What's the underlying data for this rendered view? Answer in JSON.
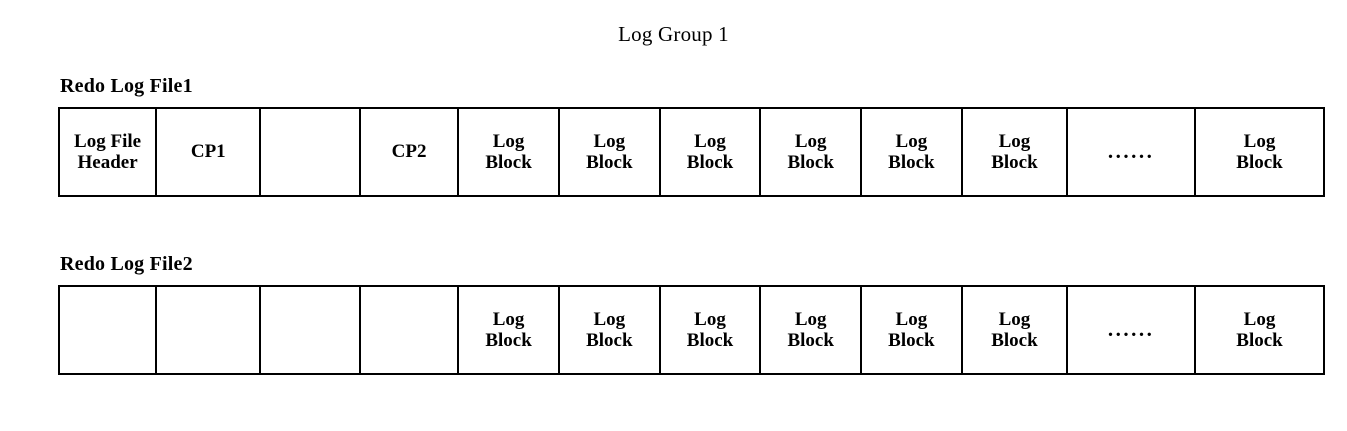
{
  "diagram": {
    "title": "Log Group 1",
    "rows": [
      {
        "label": "Redo Log File1",
        "cells": [
          {
            "type": "text",
            "lines": [
              "Log File",
              "Header"
            ],
            "width": 82
          },
          {
            "type": "text",
            "lines": [
              "CP1"
            ],
            "width": 88
          },
          {
            "type": "empty",
            "lines": [],
            "width": 84
          },
          {
            "type": "text",
            "lines": [
              "CP2"
            ],
            "width": 83
          },
          {
            "type": "text",
            "lines": [
              "Log",
              "Block"
            ],
            "width": 85
          },
          {
            "type": "text",
            "lines": [
              "Log",
              "Block"
            ],
            "width": 85
          },
          {
            "type": "text",
            "lines": [
              "Log",
              "Block"
            ],
            "width": 85
          },
          {
            "type": "text",
            "lines": [
              "Log",
              "Block"
            ],
            "width": 85
          },
          {
            "type": "text",
            "lines": [
              "Log",
              "Block"
            ],
            "width": 85
          },
          {
            "type": "text",
            "lines": [
              "Log",
              "Block"
            ],
            "width": 89
          },
          {
            "type": "ellipsis",
            "lines": [
              "......"
            ],
            "width": 108
          },
          {
            "type": "text",
            "lines": [
              "Log",
              "Block"
            ],
            "width": 107
          }
        ]
      },
      {
        "label": "Redo Log File2",
        "cells": [
          {
            "type": "empty",
            "lines": [],
            "width": 82
          },
          {
            "type": "empty",
            "lines": [],
            "width": 88
          },
          {
            "type": "empty",
            "lines": [],
            "width": 84
          },
          {
            "type": "empty",
            "lines": [],
            "width": 83
          },
          {
            "type": "text",
            "lines": [
              "Log",
              "Block"
            ],
            "width": 85
          },
          {
            "type": "text",
            "lines": [
              "Log",
              "Block"
            ],
            "width": 85
          },
          {
            "type": "text",
            "lines": [
              "Log",
              "Block"
            ],
            "width": 85
          },
          {
            "type": "text",
            "lines": [
              "Log",
              "Block"
            ],
            "width": 85
          },
          {
            "type": "text",
            "lines": [
              "Log",
              "Block"
            ],
            "width": 85
          },
          {
            "type": "text",
            "lines": [
              "Log",
              "Block"
            ],
            "width": 89
          },
          {
            "type": "ellipsis",
            "lines": [
              "......"
            ],
            "width": 108
          },
          {
            "type": "text",
            "lines": [
              "Log",
              "Block"
            ],
            "width": 107
          }
        ]
      }
    ],
    "colors": {
      "background": "#ffffff",
      "stroke": "#000000",
      "text": "#000000"
    }
  }
}
